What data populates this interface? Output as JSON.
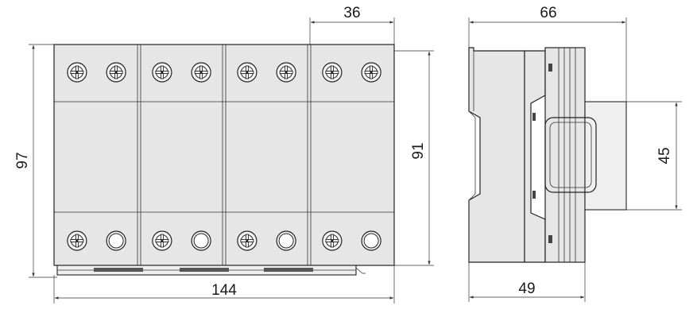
{
  "dimensions": {
    "overall_width": "144",
    "pole_width": "36",
    "overall_height": "97",
    "inner_height": "91",
    "depth": "66",
    "base_depth": "49",
    "rail_height": "45"
  },
  "front_view": {
    "modules": [
      {
        "top_terminals": [
          "screw",
          "screw"
        ],
        "bottom_terminals": [
          "screw",
          "ring"
        ]
      },
      {
        "top_terminals": [
          "screw",
          "screw"
        ],
        "bottom_terminals": [
          "screw",
          "ring"
        ]
      },
      {
        "top_terminals": [
          "screw",
          "screw"
        ],
        "bottom_terminals": [
          "screw",
          "ring"
        ]
      },
      {
        "top_terminals": [
          "screw",
          "screw"
        ],
        "bottom_terminals": [
          "screw",
          "ring"
        ]
      }
    ]
  },
  "colors": {
    "body_fill": "#e6e6e6",
    "line": "#222222"
  }
}
